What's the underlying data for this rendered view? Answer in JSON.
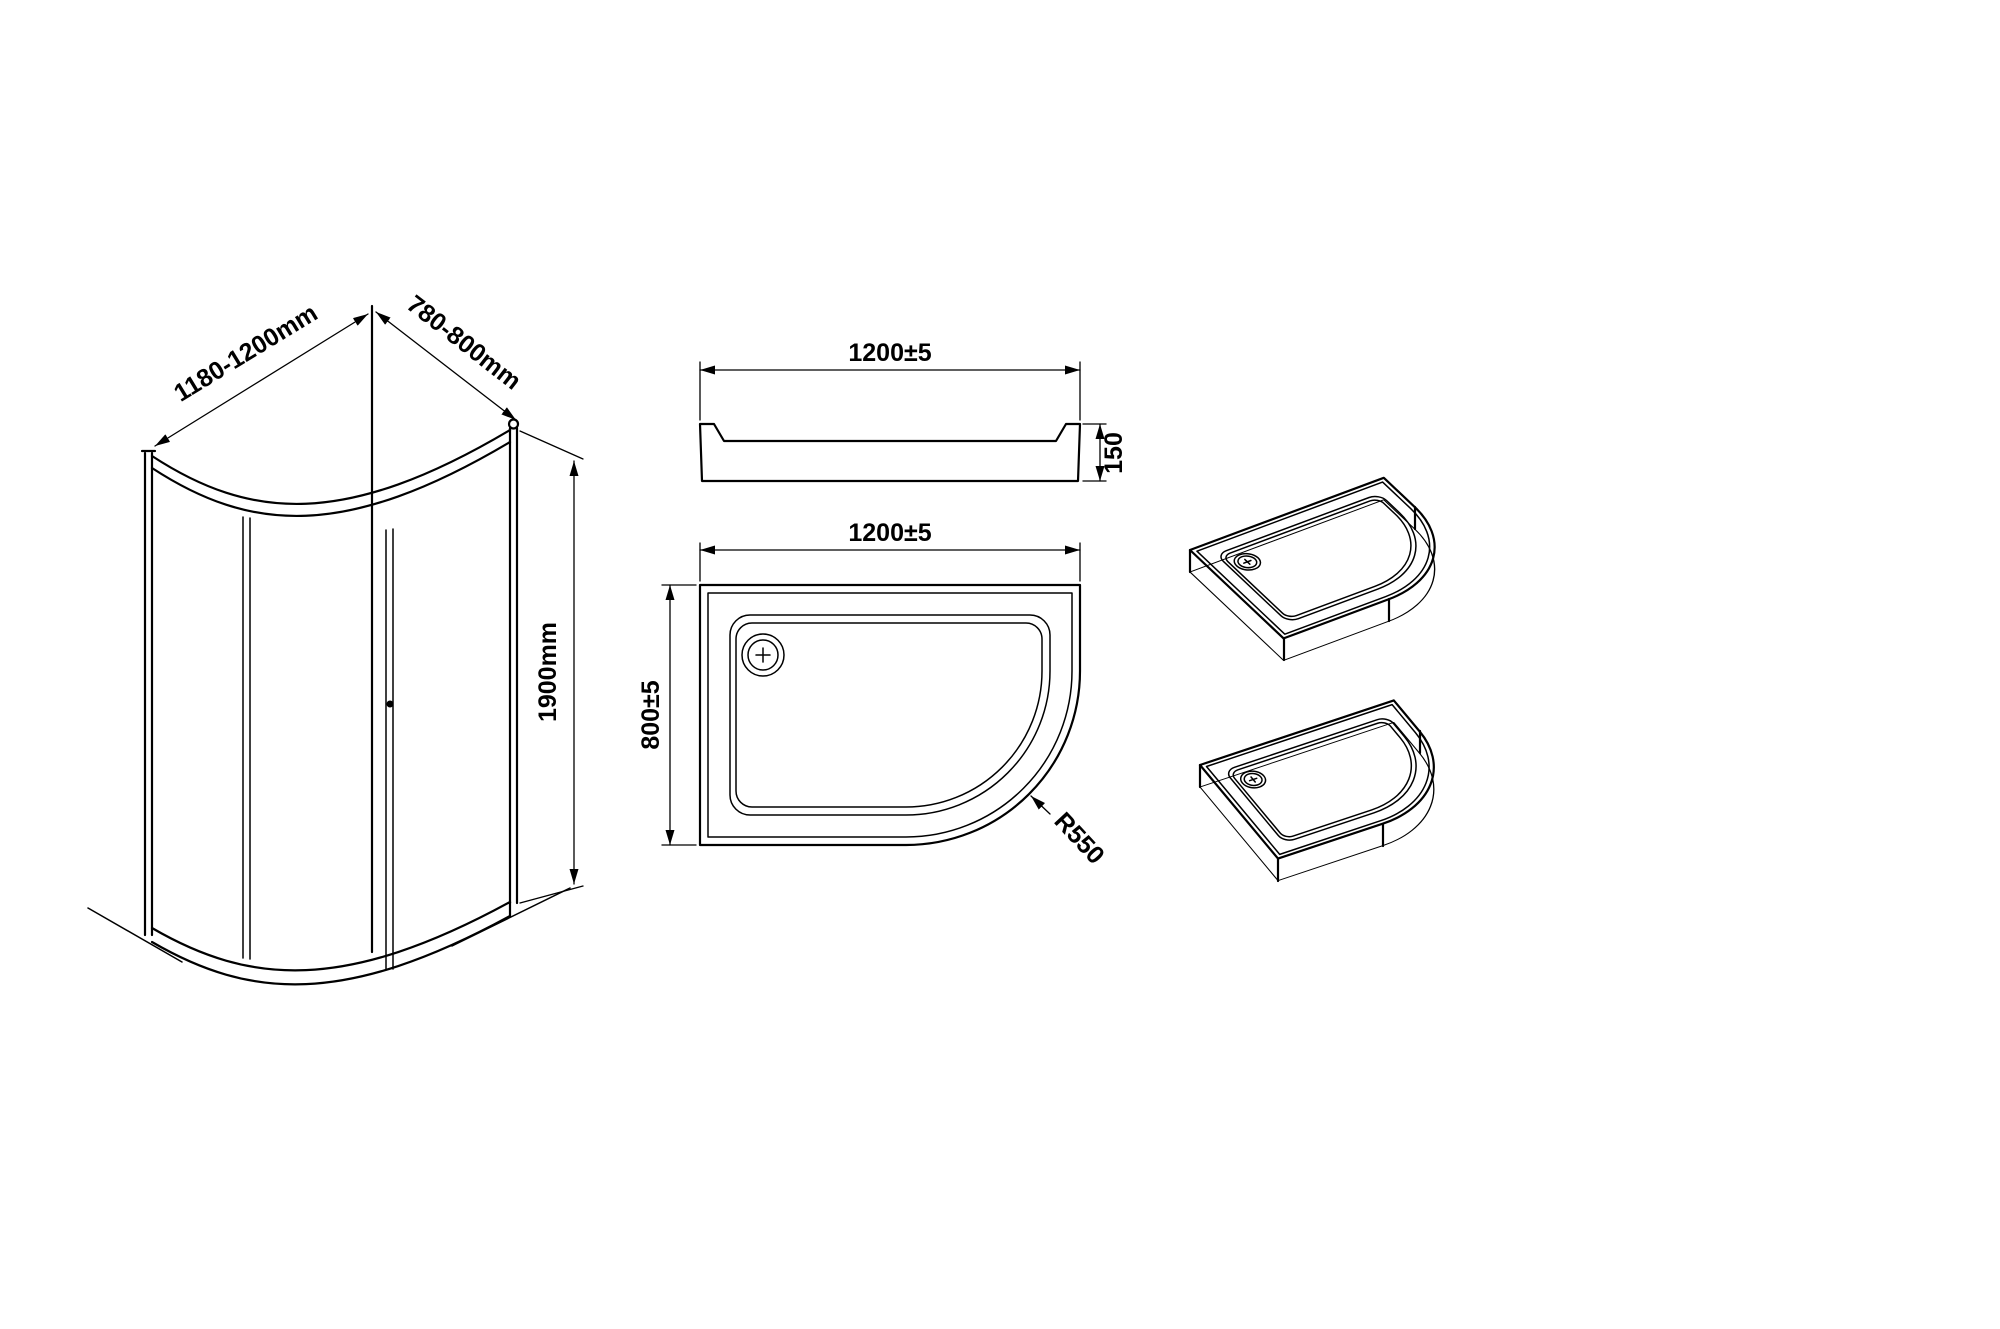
{
  "drawing": {
    "enclosure": {
      "width_label": "1180-1200mm",
      "depth_label": "780-800mm",
      "height_label": "1900mm"
    },
    "tray_front": {
      "width_label": "1200±5",
      "height_label": "150"
    },
    "tray_plan": {
      "width_label": "1200±5",
      "depth_label": "800±5",
      "radius_label": "R550"
    }
  },
  "colors": {
    "line": "#000000",
    "background": "#ffffff"
  }
}
